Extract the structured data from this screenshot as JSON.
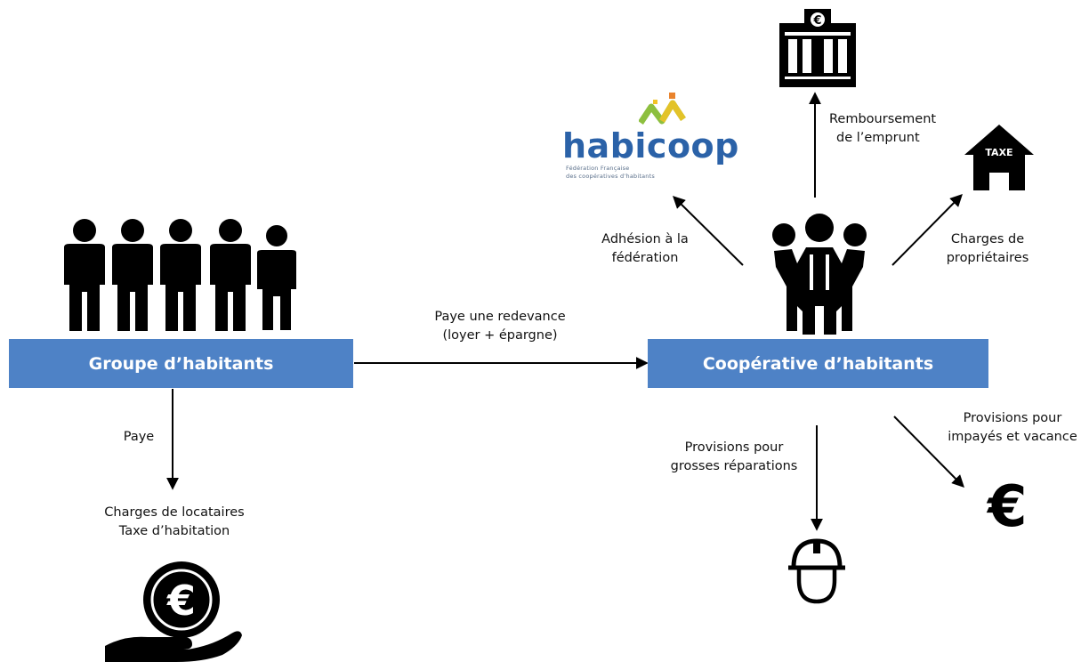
{
  "nodes": {
    "groupe": "Groupe d’habitants",
    "cooperative": "Coopérative d’habitants"
  },
  "edges": {
    "redevance": {
      "line1": "Paye une redevance",
      "line2": "(loyer + épargne)"
    },
    "paye": "Paye",
    "charges_locataires": {
      "line1": "Charges de locataires",
      "line2": "Taxe d’habitation"
    },
    "adhesion": {
      "line1": "Adhésion à la",
      "line2": "fédération"
    },
    "remboursement": {
      "line1": "Remboursement",
      "line2": "de l’emprunt"
    },
    "charges_proprietaires": {
      "line1": "Charges de",
      "line2": "propriétaires"
    },
    "grosses_reparations": {
      "line1": "Provisions pour",
      "line2": "grosses réparations"
    },
    "impayes": {
      "line1": "Provisions pour",
      "line2": "impayés et vacance"
    }
  },
  "logo": {
    "name": "habicoop",
    "subtitle_line1": "Fédération Française",
    "subtitle_line2": "des coopératives d’habitants"
  },
  "icons": {
    "people_group": "five-people-icon",
    "hand_euro": "hand-euro-coin-icon",
    "cooperative_people": "three-people-hug-icon",
    "bank": "bank-euro-icon",
    "tax_house": "tax-house-icon",
    "tax_text": "TAXE",
    "euro_symbol": "€",
    "worker": "worker-helmet-icon"
  },
  "colors": {
    "box_fill": "#4e82c6",
    "box_text": "#ffffff",
    "logo_blue": "#2b62a8",
    "logo_orange": "#e9832d",
    "logo_green": "#8dbf3f",
    "logo_yellow": "#f2c326"
  }
}
